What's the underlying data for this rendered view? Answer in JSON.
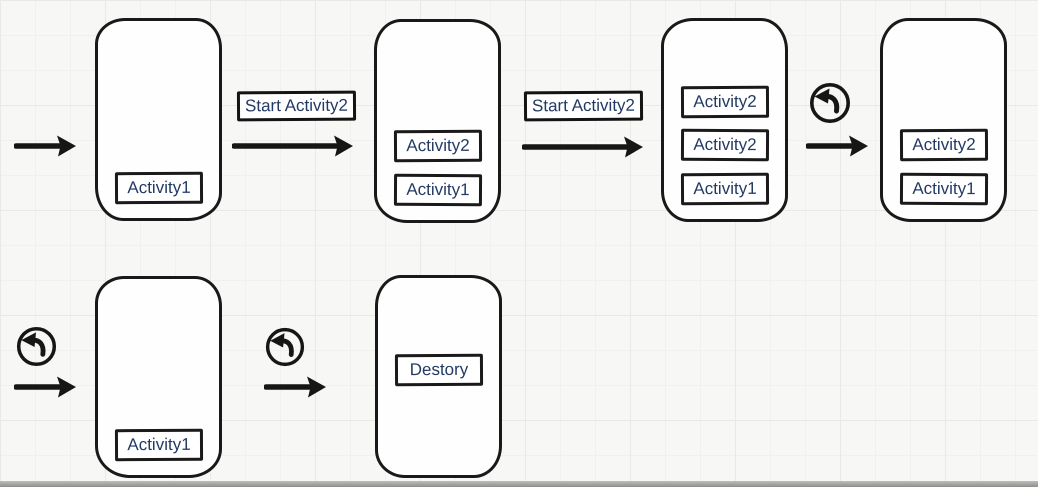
{
  "diagram": {
    "title": "activity-back-stack-flow",
    "colors": {
      "ink": "#191919",
      "text": "#233a63",
      "paper": "#f7f7f5",
      "grid": "#e9e9e7"
    },
    "phones": [
      {
        "stack": [
          "Activity1"
        ]
      },
      {
        "stack": [
          "Activity2",
          "Activity1"
        ]
      },
      {
        "stack": [
          "Activity2",
          "Activity2",
          "Activity1"
        ]
      },
      {
        "stack": [
          "Activity2",
          "Activity1"
        ]
      },
      {
        "stack": [
          "Activity1"
        ]
      },
      {
        "stack": [
          "Destory"
        ]
      }
    ],
    "transition_labels": [
      {
        "text": "Start Activity2"
      },
      {
        "text": "Start Activity2"
      }
    ],
    "icons": {
      "arrow": "arrow-right-icon",
      "back": "back-icon"
    }
  }
}
